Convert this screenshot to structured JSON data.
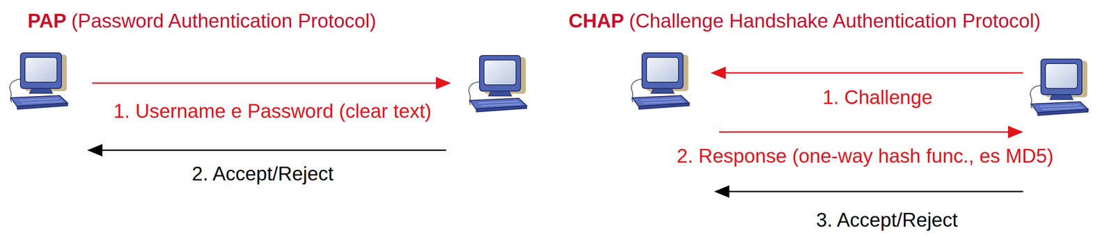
{
  "diagram": {
    "nodes": [
      {
        "text": []
      },
      {
        "text": []
      },
      {
        "text": []
      },
      {
        "text": []
      }
    ],
    "edges": [
      {
        "from": 0,
        "to": 1,
        "arrow": "to",
        "label": "1. Username e Password (clear text)"
      },
      {
        "from": 1,
        "to": 0,
        "arrow": "to",
        "label": "2. Accept/Reject"
      },
      {
        "from": 3,
        "to": 2,
        "arrow": "to",
        "label": "1. Challenge"
      },
      {
        "from": 2,
        "to": 3,
        "arrow": "to",
        "label": "2. Response (one-way hash func., es MD5)"
      },
      {
        "from": 3,
        "to": 2,
        "arrow": "to",
        "label": "3. Accept/Reject"
      }
    ],
    "labels": [
      "PAP",
      "(Password Authentication Protocol)",
      "CHAP",
      "(Challenge Handshake Authentication Protocol)"
    ]
  }
}
